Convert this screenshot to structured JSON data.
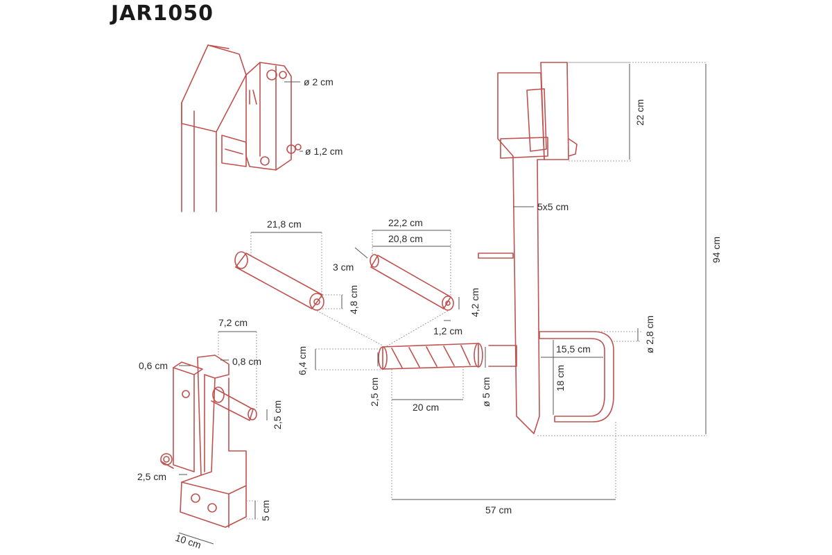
{
  "title": "JAR1050",
  "colors": {
    "part": "#c0504d",
    "dimension": "#555555",
    "text": "#2a2a2a"
  },
  "dimensions": {
    "hole_large": "ø 2 cm",
    "hole_small": "ø 1,2 cm",
    "height_top": "22 cm",
    "height_total": "94 cm",
    "tube_section": "5x5 cm",
    "bar1_length": "21,8 cm",
    "bar2_outer": "22,2 cm",
    "bar2_inner": "20,8 cm",
    "bar2_offset": "3 cm",
    "bar1_dia": "4,8 cm",
    "bar2_dia": "4,2 cm",
    "bar2_wall": "1,2 cm",
    "handle_dia": "ø 2,8 cm",
    "handle_width": "15,5 cm",
    "handle_height": "18 cm",
    "pad_dia": "6,4 cm",
    "pad_core": "2,5 cm",
    "pad_length": "20 cm",
    "axle_dia": "ø 5 cm",
    "base_depth": "57 cm",
    "bracket_width": "7,2 cm",
    "plate_thick_a": "0,6 cm",
    "plate_thick_b": "0,8 cm",
    "pin_dia": "2,5 cm",
    "pin_small": "2,5 cm",
    "block_height": "5 cm",
    "block_length": "10 cm"
  }
}
